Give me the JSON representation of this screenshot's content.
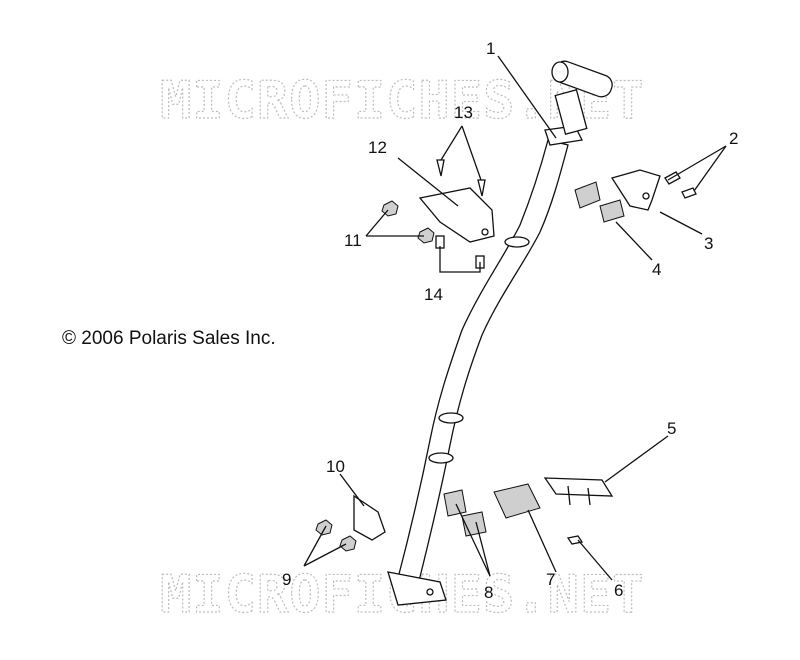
{
  "watermark": "MICROFICHES.NET",
  "copyright": "© 2006 Polaris Sales Inc.",
  "callouts": [
    "1",
    "2",
    "3",
    "4",
    "5",
    "6",
    "7",
    "8",
    "9",
    "10",
    "11",
    "12",
    "13",
    "14"
  ],
  "colors": {
    "ink": "#111111",
    "watermark": "#bdbdbd",
    "background": "#ffffff"
  }
}
